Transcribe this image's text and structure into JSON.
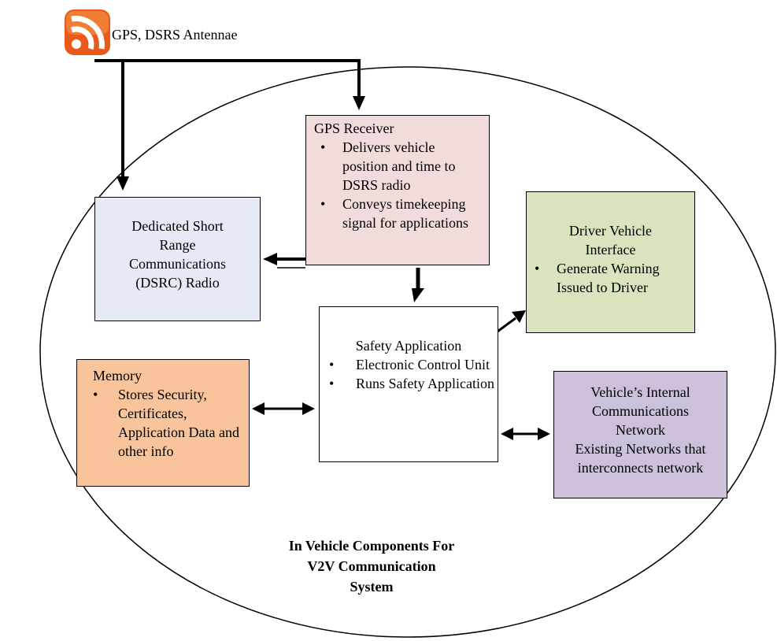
{
  "antenna": {
    "label": "GPS, DSRS Antennae",
    "icon": "rss-feed-icon",
    "icon_colors": [
      "#f47c20",
      "#ffffff"
    ]
  },
  "gps_receiver": {
    "title": "GPS Receiver",
    "bullets": [
      "Delivers vehicle position and time to DSRS radio",
      "Conveys timekeeping signal for applications"
    ],
    "fill": "#f2dcdb"
  },
  "dsrc_radio": {
    "lines": [
      "Dedicated Short",
      "Range",
      "Communications",
      "(DSRC) Radio"
    ],
    "fill": "#e6eaf6"
  },
  "driver_vehicle_interface": {
    "title_lines": [
      "Driver Vehicle",
      "Interface"
    ],
    "bullets": [
      "Generate Warning Issued to Driver"
    ],
    "fill": "#d7e4bd"
  },
  "safety_application": {
    "title": "Safety Application",
    "bullets": [
      "Electronic Control Unit",
      "Runs Safety Application"
    ],
    "fill": "#ffffff"
  },
  "memory": {
    "title": "Memory",
    "bullets": [
      "Stores Security, Certificates, Application Data and other info"
    ],
    "fill": "#f9c49b"
  },
  "internal_network": {
    "lines": [
      "Vehicle’s Internal",
      "Communications",
      "Network",
      "Existing Networks that",
      "interconnects network"
    ],
    "fill": "#ccc0da"
  },
  "caption": {
    "lines": [
      "In Vehicle Components For",
      "V2V Communication",
      "System"
    ]
  }
}
